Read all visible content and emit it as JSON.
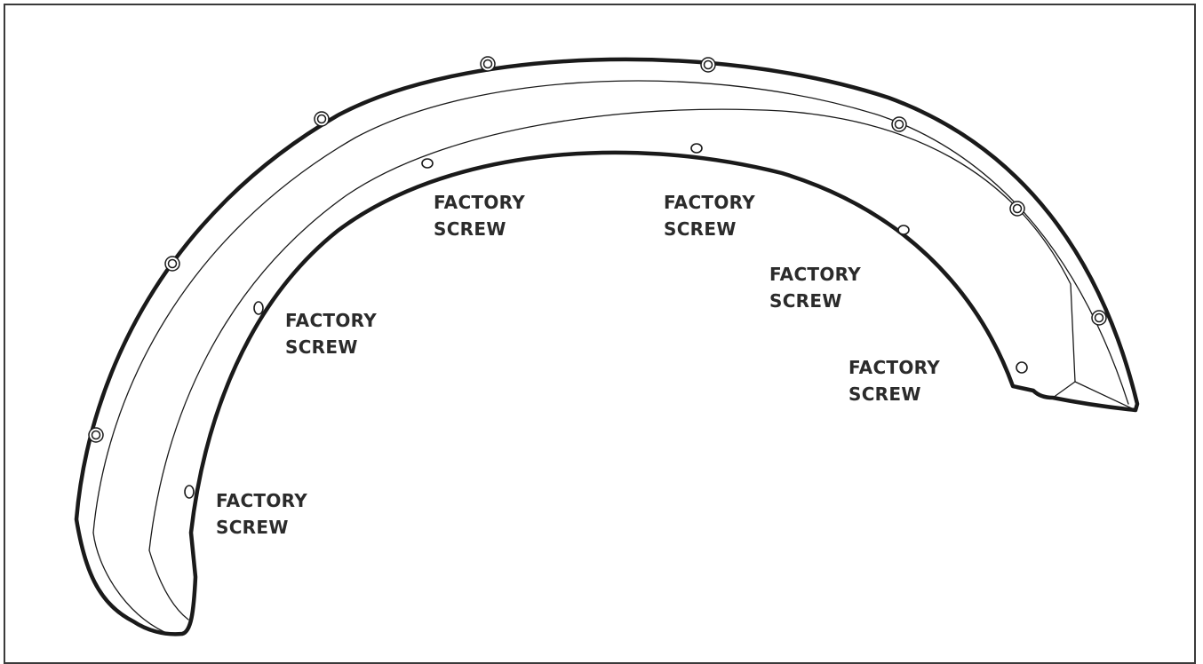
{
  "labels": [
    {
      "line1": "FACTORY",
      "line2": "SCREW"
    },
    {
      "line1": "FACTORY",
      "line2": "SCREW"
    },
    {
      "line1": "FACTORY",
      "line2": "SCREW"
    },
    {
      "line1": "FACTORY",
      "line2": "SCREW"
    },
    {
      "line1": "FACTORY",
      "line2": "SCREW"
    },
    {
      "line1": "FACTORY",
      "line2": "SCREW"
    }
  ],
  "colors": {
    "outline": "#1a1a1a",
    "text": "#2b2b2b",
    "background": "#ffffff"
  }
}
